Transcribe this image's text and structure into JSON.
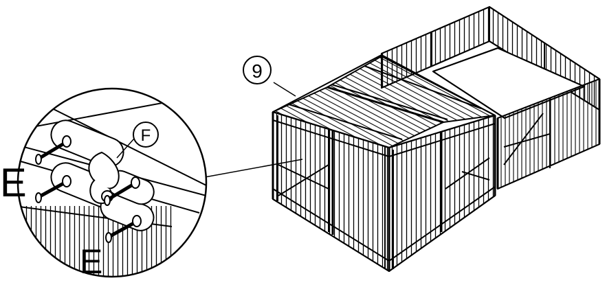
{
  "figure": {
    "step_number": "9",
    "part_labels": {
      "bracket": "F",
      "screw_top": "E",
      "screw_bottom": "E"
    }
  }
}
